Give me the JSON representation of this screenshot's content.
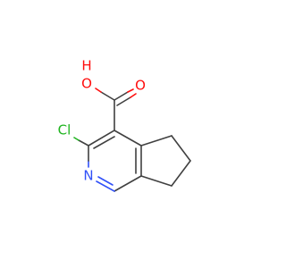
{
  "molecule": {
    "atoms": {
      "oh_h": {
        "text": "H",
        "color": "#ff0d0d"
      },
      "oh_o": {
        "text": "O",
        "color": "#ff0d0d"
      },
      "carbonyl_o": {
        "text": "O",
        "color": "#ff0d0d"
      },
      "chlorine": {
        "text": "Cl",
        "color": "#1fb41f"
      },
      "nitrogen": {
        "text": "N",
        "color": "#3050f8"
      }
    },
    "colors": {
      "bond": "#404040",
      "oxygen": "#ff0d0d",
      "chlorine": "#1fb41f",
      "nitrogen": "#3050f8",
      "background": "#ffffff"
    }
  }
}
